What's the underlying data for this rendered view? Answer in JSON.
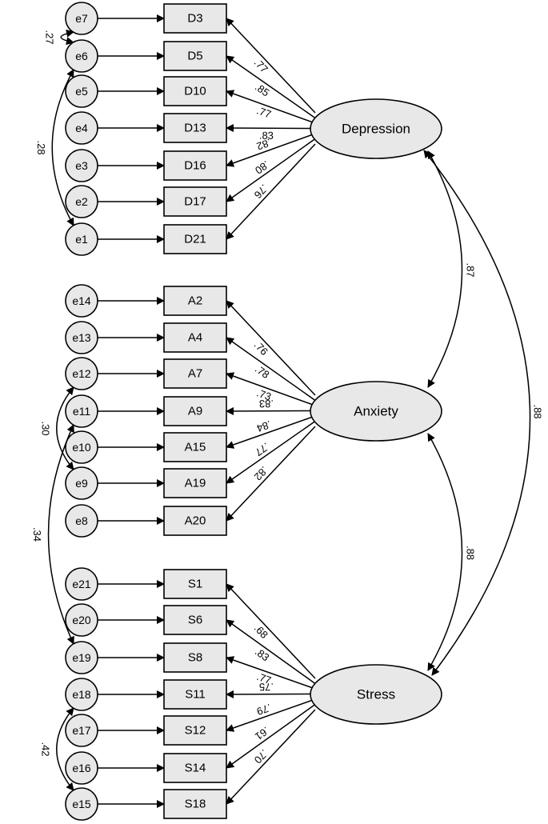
{
  "colors": {
    "box_fill": "#e8e8e8",
    "ellipse_fill": "#e8e8e8",
    "error_fill": "#e8e8e8",
    "stroke": "#000000"
  },
  "factors": [
    {
      "id": "dep",
      "label": "Depression"
    },
    {
      "id": "anx",
      "label": "Anxiety"
    },
    {
      "id": "str",
      "label": "Stress"
    }
  ],
  "indicators": [
    {
      "label": "D3",
      "error": "e7",
      "factor": "dep",
      "loading": ".77"
    },
    {
      "label": "D5",
      "error": "e6",
      "factor": "dep",
      "loading": ".85"
    },
    {
      "label": "D10",
      "error": "e5",
      "factor": "dep",
      "loading": ".77"
    },
    {
      "label": "D13",
      "error": "e4",
      "factor": "dep",
      "loading": ".83"
    },
    {
      "label": "D16",
      "error": "e3",
      "factor": "dep",
      "loading": ".82"
    },
    {
      "label": "D17",
      "error": "e2",
      "factor": "dep",
      "loading": ".80"
    },
    {
      "label": "D21",
      "error": "e1",
      "factor": "dep",
      "loading": ".76"
    },
    {
      "label": "A2",
      "error": "e14",
      "factor": "anx",
      "loading": ".76"
    },
    {
      "label": "A4",
      "error": "e13",
      "factor": "anx",
      "loading": ".78"
    },
    {
      "label": "A7",
      "error": "e12",
      "factor": "anx",
      "loading": ".73"
    },
    {
      "label": "A9",
      "error": "e11",
      "factor": "anx",
      "loading": ".83"
    },
    {
      "label": "A15",
      "error": "e10",
      "factor": "anx",
      "loading": ".84"
    },
    {
      "label": "A19",
      "error": "e9",
      "factor": "anx",
      "loading": ".77"
    },
    {
      "label": "A20",
      "error": "e8",
      "factor": "anx",
      "loading": ".82"
    },
    {
      "label": "S1",
      "error": "e21",
      "factor": "str",
      "loading": ".68"
    },
    {
      "label": "S6",
      "error": "e20",
      "factor": "str",
      "loading": ".83"
    },
    {
      "label": "S8",
      "error": "e19",
      "factor": "str",
      "loading": ".77"
    },
    {
      "label": "S11",
      "error": "e18",
      "factor": "str",
      "loading": ".75"
    },
    {
      "label": "S12",
      "error": "e17",
      "factor": "str",
      "loading": ".79"
    },
    {
      "label": "S14",
      "error": "e16",
      "factor": "str",
      "loading": ".61"
    },
    {
      "label": "S18",
      "error": "e15",
      "factor": "str",
      "loading": ".70"
    }
  ],
  "error_covariances": [
    {
      "from": "e7",
      "to": "e6",
      "value": ".27"
    },
    {
      "from": "e6",
      "to": "e1",
      "value": ".28"
    },
    {
      "from": "e12",
      "to": "e9",
      "value": ".30"
    },
    {
      "from": "e11",
      "to": "e19",
      "value": ".34"
    },
    {
      "from": "e18",
      "to": "e15",
      "value": ".42"
    }
  ],
  "factor_correlations": [
    {
      "from": "dep",
      "to": "anx",
      "value": ".87"
    },
    {
      "from": "anx",
      "to": "str",
      "value": ".88"
    },
    {
      "from": "dep",
      "to": "str",
      "value": ".88"
    }
  ]
}
